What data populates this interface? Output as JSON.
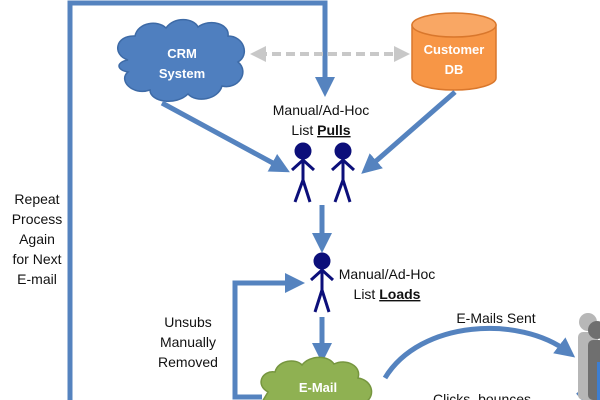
{
  "colors": {
    "arrow": "#5583bf",
    "crm": "#4f7fbf",
    "db": "#f79646",
    "email": "#8fb152",
    "person": "#0c0f7a",
    "dashed": "#c8c8c8"
  },
  "nodes": {
    "crm": {
      "line1": "CRM",
      "line2": "System"
    },
    "db": {
      "line1": "Customer",
      "line2": "DB"
    },
    "email": {
      "label": "E-Mail"
    }
  },
  "labels": {
    "pulls": {
      "line1": "Manual/Ad-Hoc",
      "prefix": "List ",
      "bold": "Pulls"
    },
    "loads": {
      "line1": "Manual/Ad-Hoc",
      "prefix": "List ",
      "bold": "Loads"
    },
    "repeat": [
      "Repeat",
      "Process",
      "Again",
      "for Next",
      "E-mail"
    ],
    "unsubs": [
      "Unsubs",
      "Manually",
      "Removed"
    ],
    "sent": "E-Mails Sent",
    "clicks": "Clicks, bounces"
  }
}
